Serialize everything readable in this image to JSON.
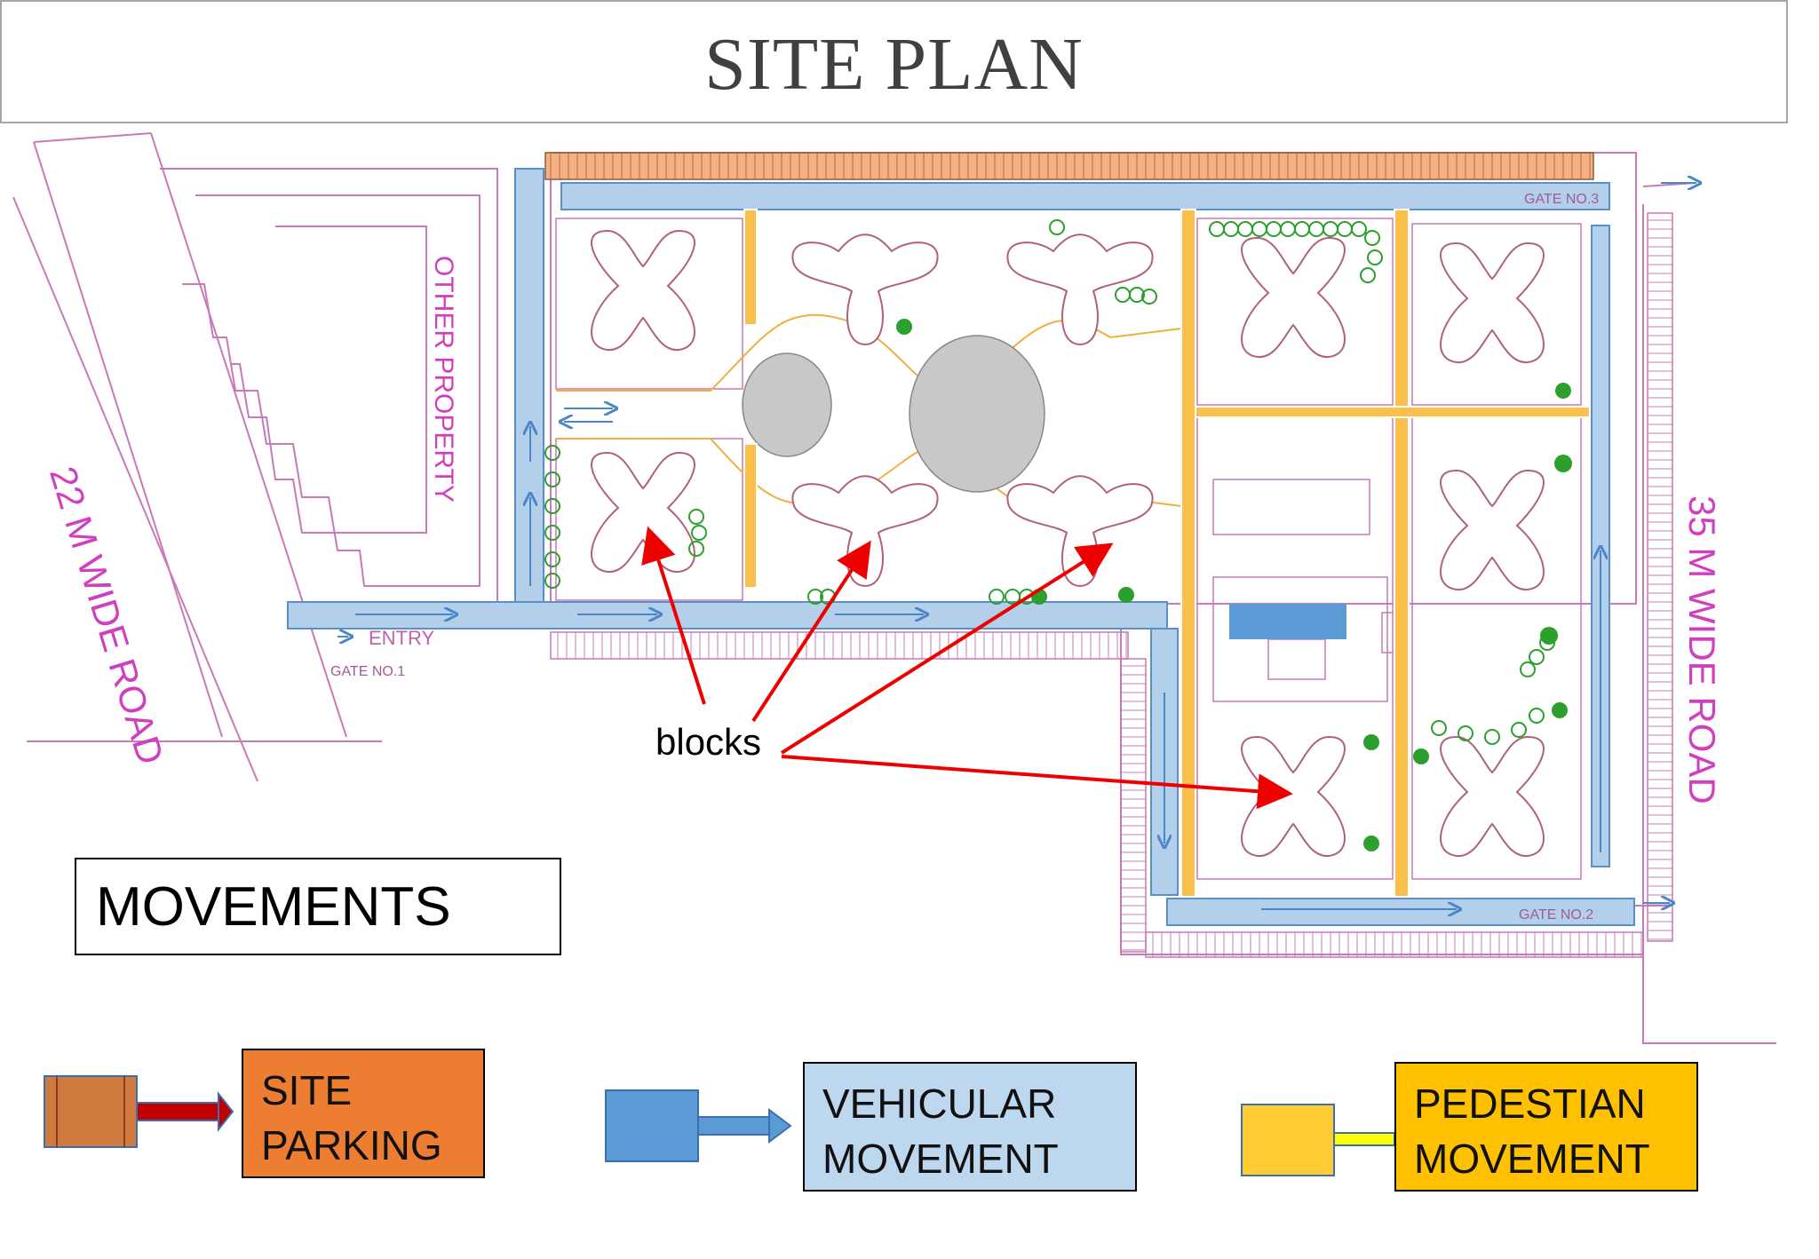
{
  "title": "SITE PLAN",
  "labels": {
    "road_left": "22 M WIDE ROAD",
    "road_right": "35 M WIDE ROAD",
    "other_property": "OTHER PROPERTY",
    "entry": "ENTRY",
    "gate1": "GATE NO.1",
    "gate2": "GATE NO.2",
    "gate3": "GATE NO.3",
    "blocks": "blocks"
  },
  "movements_heading": "MOVEMENTS",
  "legend": {
    "parking": {
      "line1": "SITE",
      "line2": "PARKING",
      "color": "#ed7d31"
    },
    "vehicular": {
      "line1": "VEHICULAR",
      "line2": "MOVEMENT",
      "color": "#bdd7ee"
    },
    "pedestrian": {
      "line1": "PEDESTIAN",
      "line2": "MOVEMENT",
      "color": "#ffc000"
    }
  },
  "colors": {
    "plan_lines": "#c879b8",
    "vehicular_road": "#b4cfe9",
    "pedestrian_path": "#fbc04a",
    "parking_strip": "#f4b183",
    "arrow_red": "#ee0000",
    "tree_green": "#2ca02c"
  }
}
